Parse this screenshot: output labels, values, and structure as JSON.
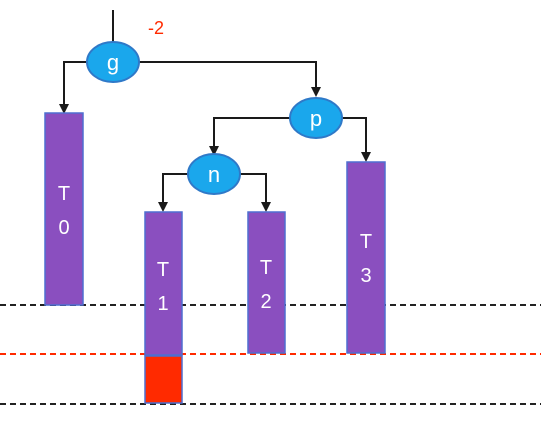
{
  "nodes": {
    "g": {
      "label": "g",
      "balance_factor": "-2"
    },
    "p": {
      "label": "p"
    },
    "n": {
      "label": "n"
    }
  },
  "subtrees": [
    {
      "id": "t0",
      "line1": "T",
      "line2": "0"
    },
    {
      "id": "t1",
      "line1": "T",
      "line2": "1"
    },
    {
      "id": "t2",
      "line1": "T",
      "line2": "2"
    },
    {
      "id": "t3",
      "line1": "T",
      "line2": "3"
    }
  ],
  "colors": {
    "node_fill": "#1aa7ec",
    "node_stroke": "#2f79c8",
    "subtree_fill": "#8a4fbf",
    "subtree_stroke": "#4f6fd0",
    "overflow_block": "#ff2a00",
    "balance_factor": "#ff2a00",
    "arrow": "#1a1a1a",
    "level_line": "#222222",
    "overflow_line": "#ff2a00"
  }
}
